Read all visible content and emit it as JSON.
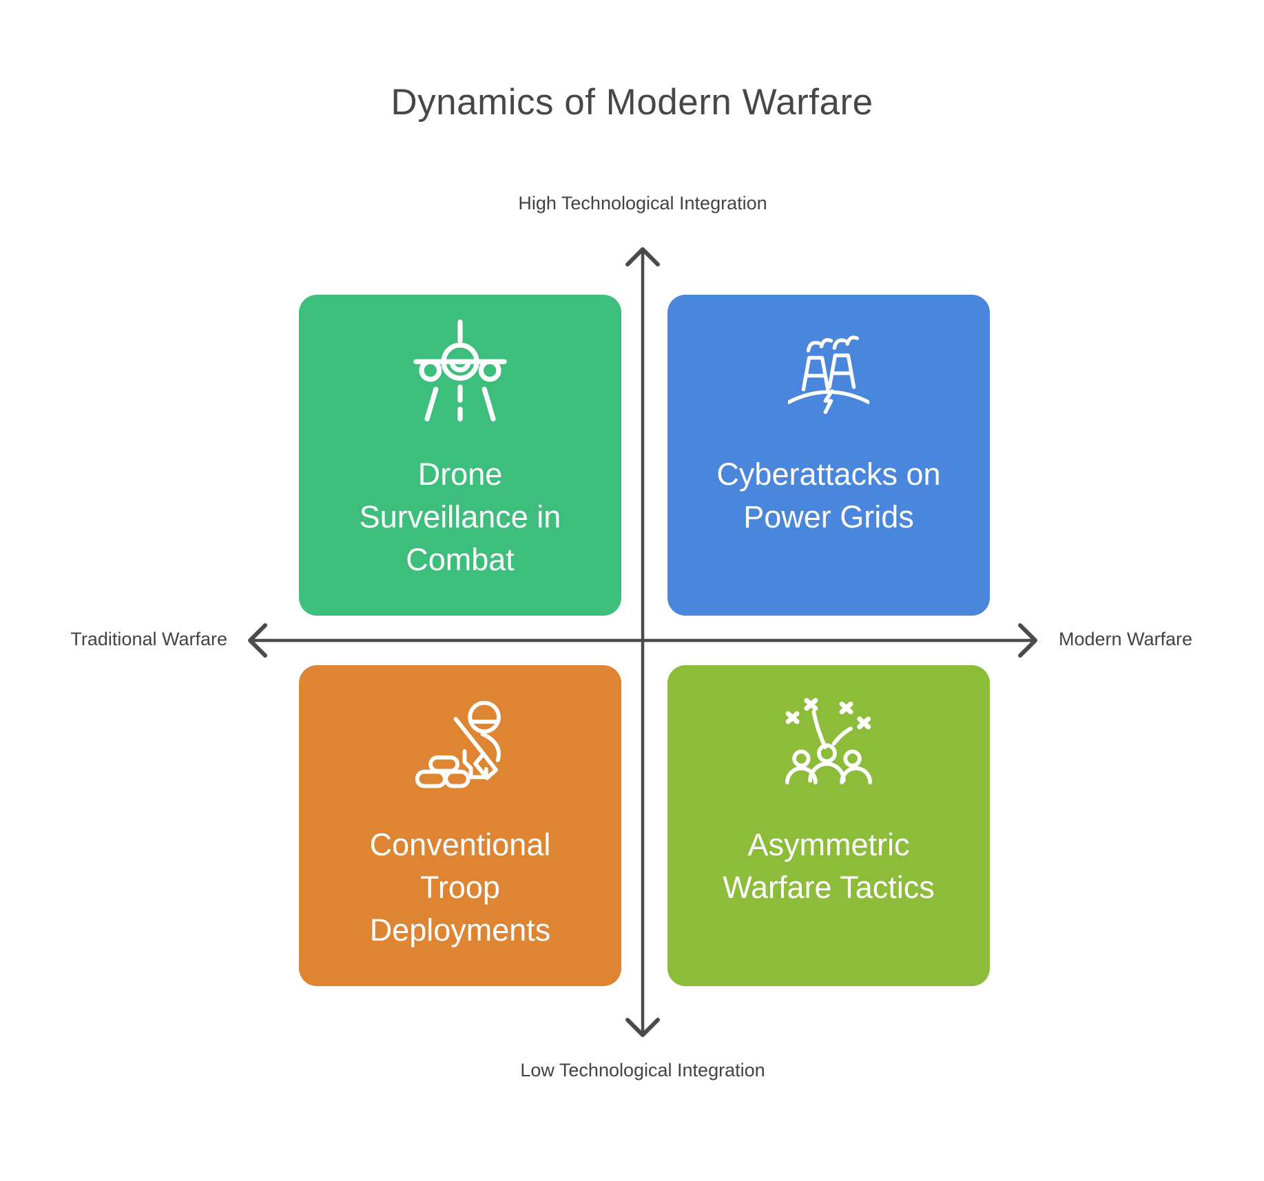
{
  "title": "Dynamics of Modern Warfare",
  "axes": {
    "top_label": "High Technological Integration",
    "bottom_label": "Low Technological Integration",
    "left_label": "Traditional Warfare",
    "right_label": "Modern Warfare",
    "line_color": "#4a4a4a"
  },
  "quadrants": {
    "top_left": {
      "label": "Drone\nSurveillance in\nCombat",
      "color": "#3dbe7d",
      "icon": "airplane-landing-icon"
    },
    "top_right": {
      "label": "Cyberattacks on\nPower Grids",
      "color": "#4a86db",
      "icon": "power-plant-icon"
    },
    "bottom_left": {
      "label": "Conventional\nTroop\nDeployments",
      "color": "#dd8533",
      "icon": "soldier-sandbags-icon"
    },
    "bottom_right": {
      "label": "Asymmetric\nWarfare Tactics",
      "color": "#8dbc3b",
      "icon": "group-tactics-icon"
    }
  },
  "text_colors": {
    "title": "#474747",
    "axis_labels": "#424242",
    "quadrant_text": "#ffffff"
  }
}
